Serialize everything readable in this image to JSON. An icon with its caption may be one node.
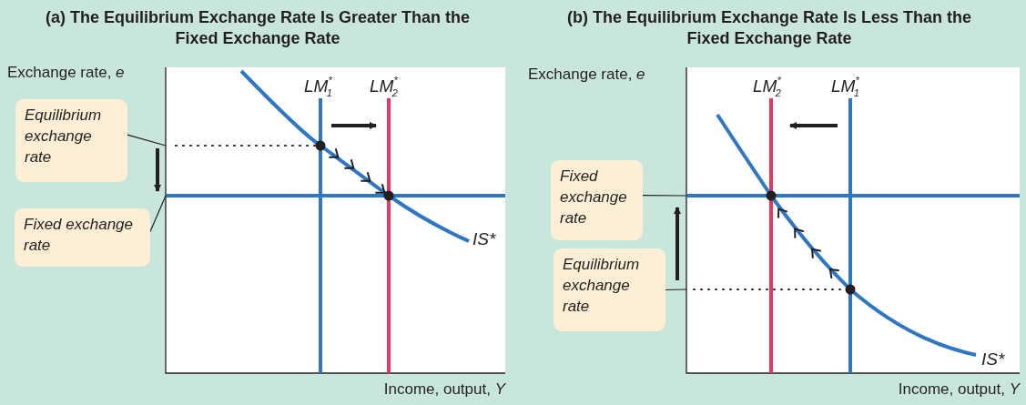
{
  "diagram": {
    "nodes": [
      {
        "text": [
          "Equilibrium exchange rate"
        ]
      },
      {
        "text": [
          "Fixed exchange rate"
        ]
      },
      {
        "text": [
          "Fixed exchange rate"
        ]
      },
      {
        "text": [
          "Equilibrium exchange rate"
        ]
      }
    ],
    "edges": [
      {
        "from": 0,
        "to": null,
        "arrow": "none"
      },
      {
        "from": 1,
        "to": null,
        "arrow": "none"
      },
      {
        "from": 2,
        "to": null,
        "arrow": "none"
      },
      {
        "from": 3,
        "to": null,
        "arrow": "none"
      }
    ],
    "labels": [
      "(a) The Equilibrium Exchange Rate Is Greater Than the Fixed Exchange Rate",
      "Exchange rate, *e*",
      "LM$^{*}$$_{1}$",
      "LM$^{*}$$_{2}$",
      "IS*",
      "Income, output, *Y*",
      "(b) The Equilibrium Exchange Rate Is Less Than the Fixed Exchange Rate",
      "Exchange rate, *e*",
      "LM$^{*}$$_{2}$",
      "LM$^{*}$$_{1}$",
      "IS*",
      "Income, output, *Y*"
    ]
  }
}
